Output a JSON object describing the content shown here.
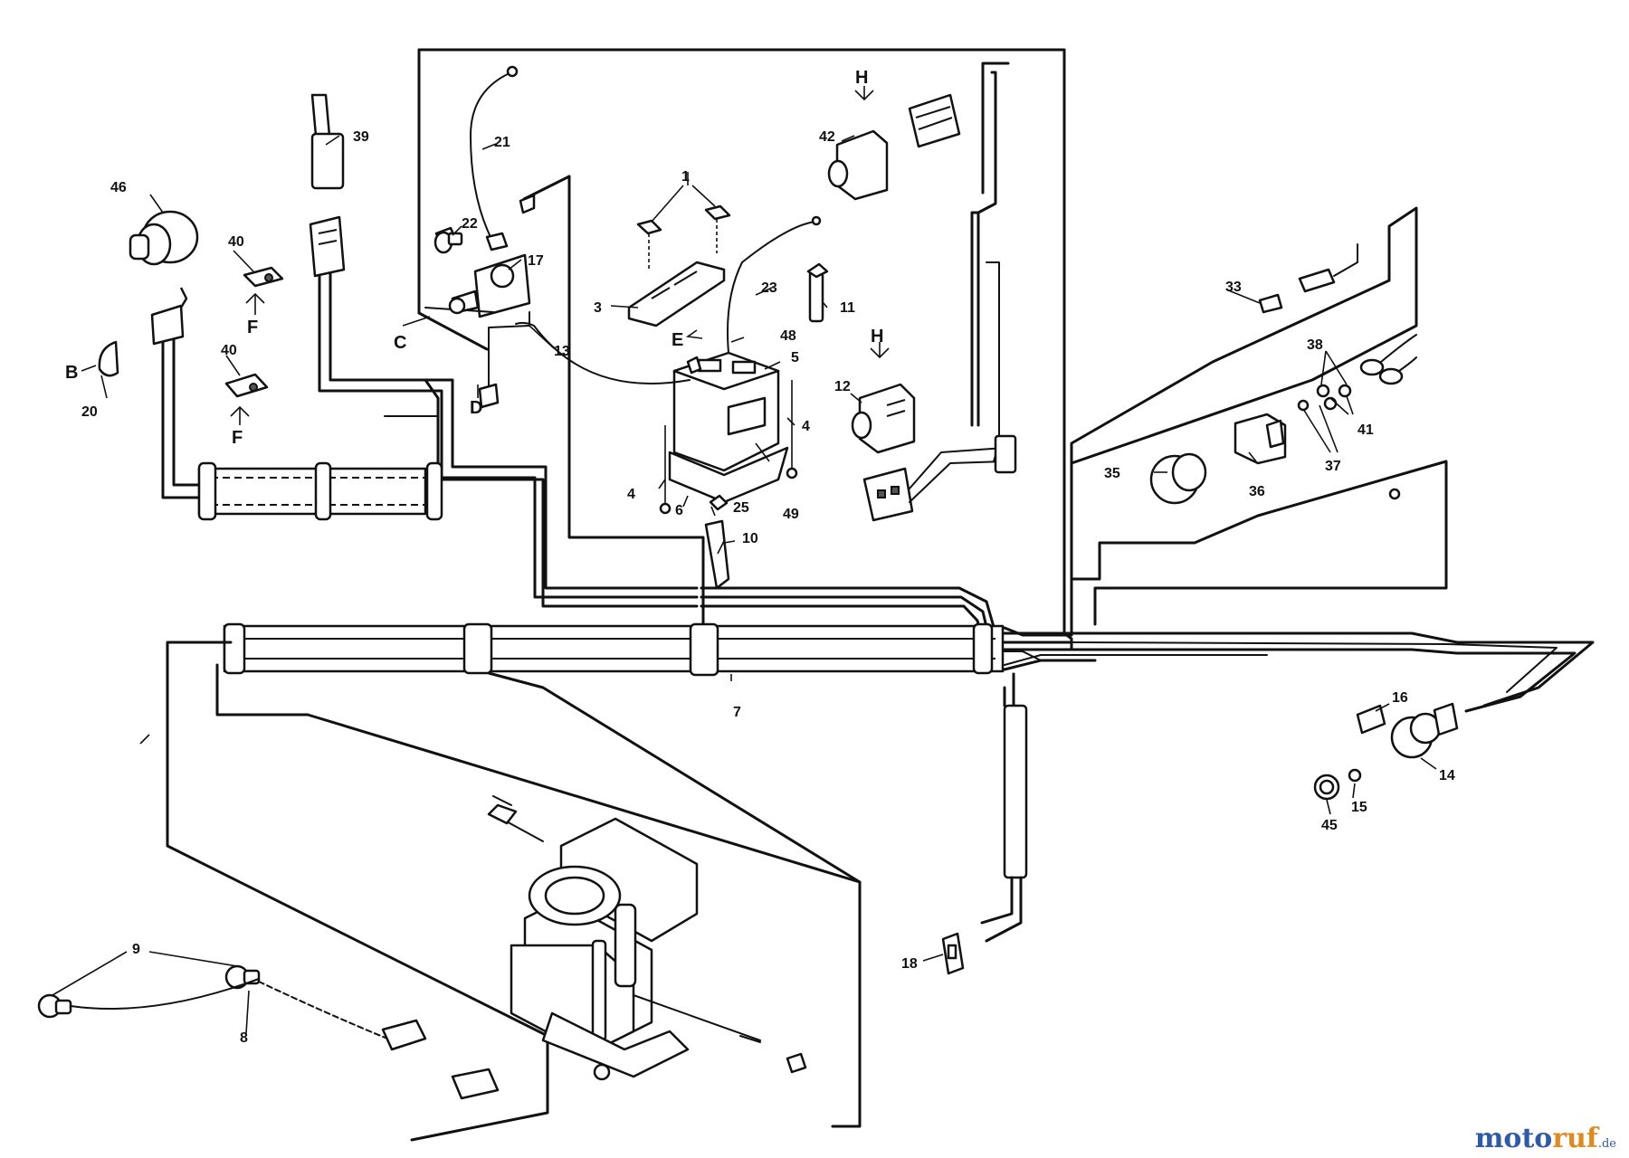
{
  "diagram": {
    "part_labels": [
      "1",
      "3",
      "4",
      "4",
      "5",
      "6",
      "7",
      "8",
      "9",
      "10",
      "11",
      "12",
      "13",
      "14",
      "15",
      "16",
      "17",
      "18",
      "20",
      "21",
      "22",
      "23",
      "25",
      "33",
      "35",
      "36",
      "37",
      "38",
      "39",
      "40",
      "40",
      "41",
      "42",
      "45",
      "46",
      "48",
      "49"
    ],
    "connector_letters": [
      "B",
      "C",
      "D",
      "E",
      "F",
      "F",
      "H",
      "H"
    ]
  },
  "watermark": {
    "part1": "moto",
    "part2": "ruf",
    "suffix": ".de"
  },
  "colors": {
    "line": "#111111",
    "brand_blue": "#2f5aa8",
    "brand_orange": "#e08a1e"
  }
}
